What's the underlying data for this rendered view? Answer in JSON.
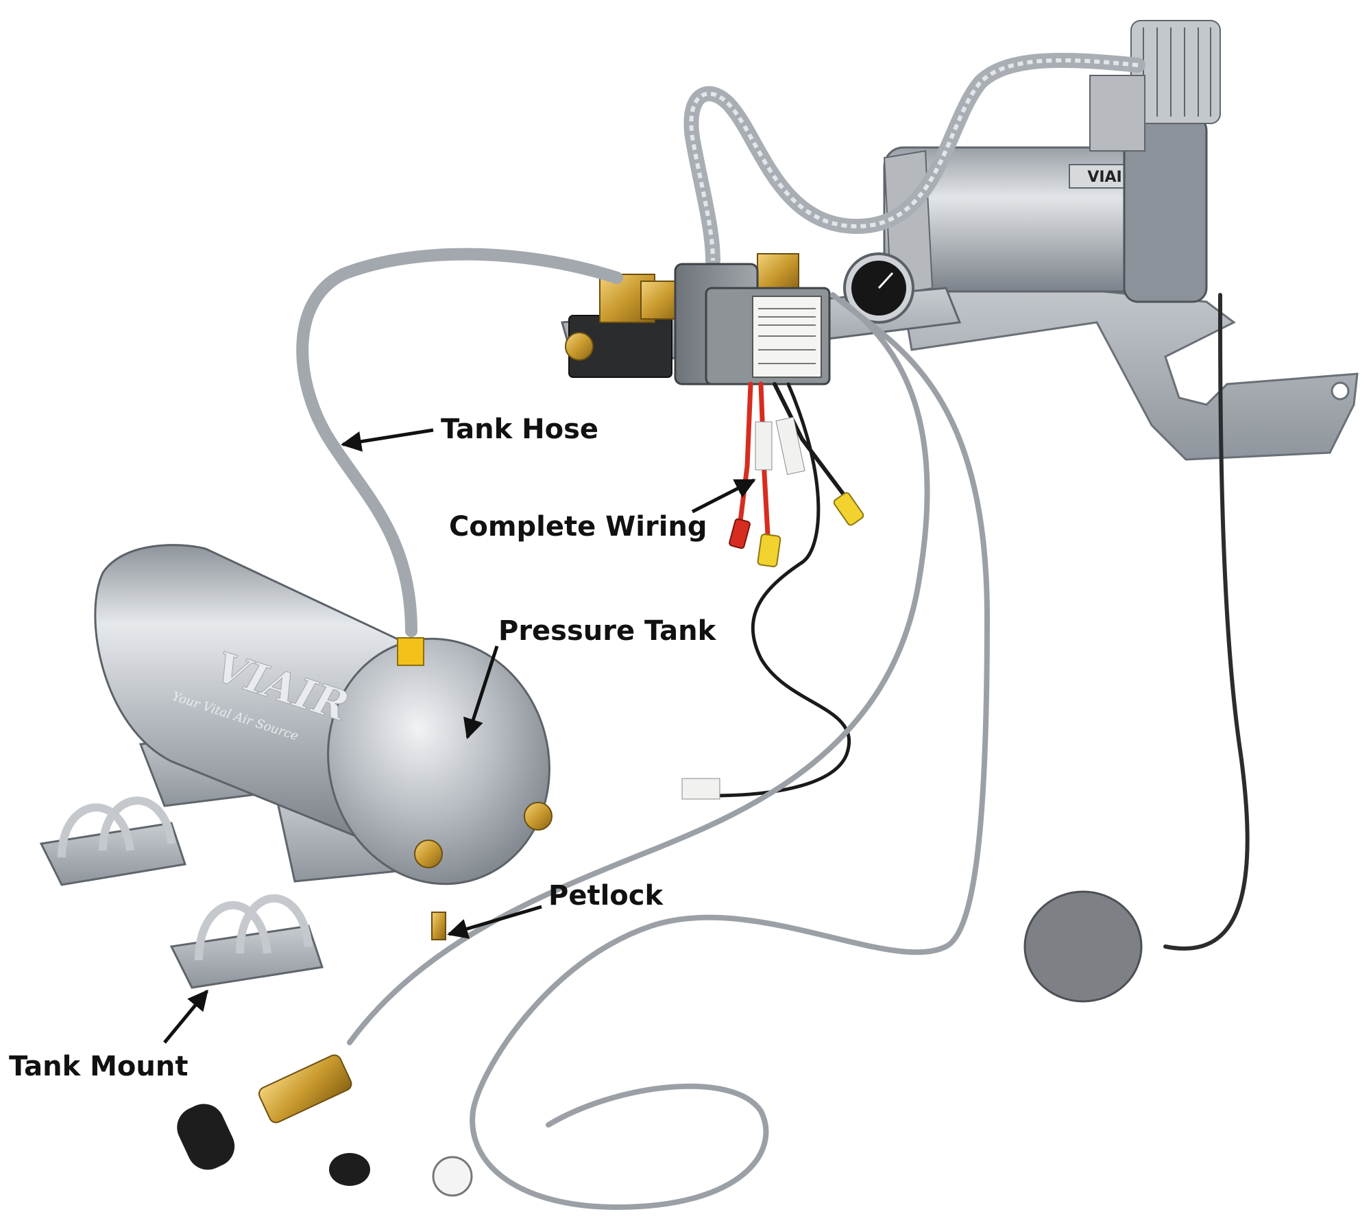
{
  "labels": {
    "tank_hose": "Tank Hose",
    "complete_wiring": "Complete Wiring",
    "pressure_tank": "Pressure Tank",
    "petlock": "Petlock",
    "tank_mount": "Tank Mount"
  },
  "logos": {
    "tank_brand": "VIAIR",
    "tank_tagline": "Your Vital Air Source",
    "compressor_brand": "VIAIR"
  },
  "colors": {
    "background": "#ffffff",
    "label_text": "#111111",
    "arrow": "#111111",
    "aluminum": "#b9bdc2",
    "brass": "#c99a2e",
    "hose_gray": "#9aa0a6",
    "wire_red": "#d62d20",
    "wire_black": "#1a1a1a",
    "terminal_yellow": "#f2d22e"
  }
}
